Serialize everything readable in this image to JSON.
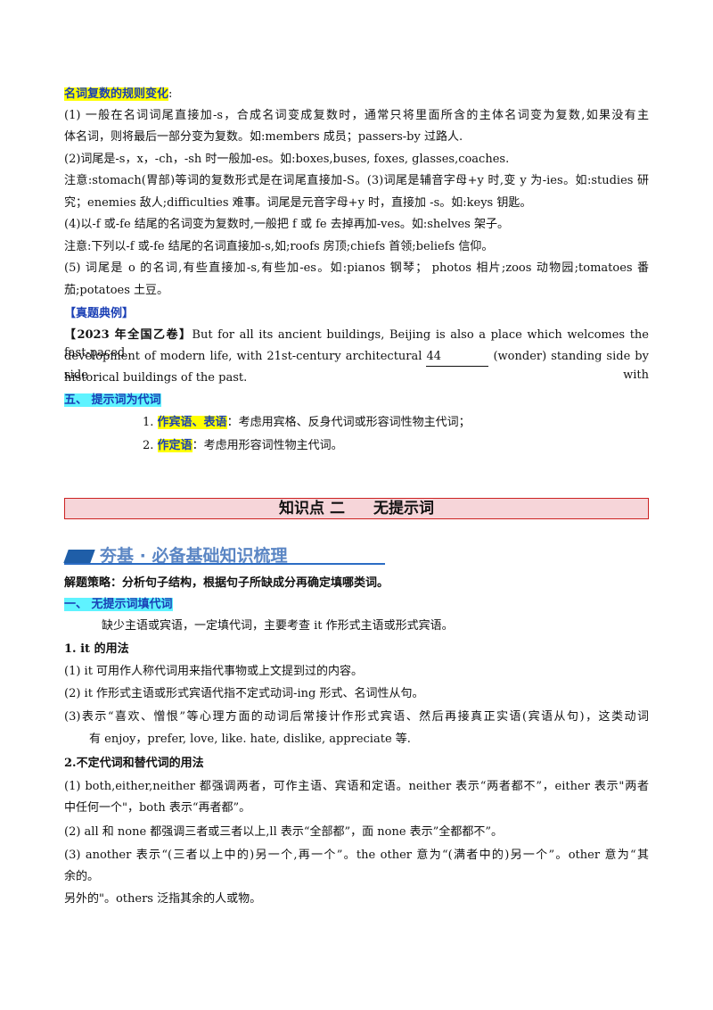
{
  "block1": {
    "heading": "名词复数的规则变化",
    "heading_suffix": ":",
    "p1_l1": "(1) 一般在名词词尾直接加-s，合成名词变成复数时，通常只将里面所含的主体名词变为复数,如果没有主",
    "p1_l2": "体名词，则将最后一部分变为复数。如:members 成员；passers-by 过路人.",
    "p2": "(2)词尾是-s，x，-ch，-sh 时一般加-es。如:boxes,buses, foxes, glasses,coaches.",
    "p3_l1": "注意:stomach(胃部)等词的复数形式是在词尾直接加-S。(3)词尾是辅音字母+y 时,变 y 为-ies。如:studies 研",
    "p3_l2": "究；enemies 敌人;difficulties 难事。词尾是元音字母+y 时，直接加 -s。如:keys 钥匙。",
    "p4": "(4)以-f 或-fe 结尾的名词变为复数时,一般把 f 或 fe 去掉再加-ves。如:shelves 架子。",
    "p5": "注意:下列以-f 或-fe 结尾的名词直接加-s,如;roofs 房顶;chiefs 首领;beliefs 信仰。",
    "p6_l1": "(5) 词尾是 o 的名词,有些直接加-s,有些加-es。如:pianos 钢琴； photos 相片;zoos 动物园;tomatoes 番",
    "p6_l2": "茄;potatoes 土豆。"
  },
  "example": {
    "label": "【真题典例】",
    "source": "【2023 年全国乙卷】",
    "l1_text": "But for all its ancient buildings, Beijing is also a place which welcomes the fast-paced",
    "l2_pre": "development of modern life, with 21st-century architectural",
    "blank": "44",
    "l2_post": "(wonder) standing side by side with",
    "l3": "historical buildings of the past."
  },
  "section5": {
    "heading": "五、 提示词为代词",
    "item1_hl": "作宾语、表语",
    "item1_num": "1.",
    "item1_text": "：考虑用宾格、反身代词或形容词性物主代词；",
    "item2_num": "2.",
    "item2_hl": "作定语",
    "item2_text": "：考虑用形容词性物主代词。"
  },
  "banner": {
    "left": "知识点 二",
    "right": "无提示词"
  },
  "section_head": {
    "title": "夯基 · 必备基础知识梳理"
  },
  "part2": {
    "strategy": "解题策略：分析句子结构，根据句子所缺成分再确定填哪类词。",
    "h1": "一、 无提示词填代词",
    "intro": "缺少主语或宾语，一定填代词，主要考查 it 作形式主语或形式宾语。",
    "h_it": "1. it 的用法",
    "it1": "(1) it 可用作人称代词用来指代事物或上文提到过的内容。",
    "it2": "(2) it 作形式主语或形式宾语代指不定式动词-ing 形式、名词性从句。",
    "it3_l1": "(3)表示“喜欢、憎恨”等心理方面的动词后常接计作形式宾语、然后再接真正实语(宾语从句)，这类动词",
    "it3_l2": "有 enjoy，prefer, love, like. hate, dislike, appreciate 等.",
    "h_indef": "2.不定代词和替代词的用法",
    "d1_l1": "(1) both,either,neither 都强调两者，可作主语、宾语和定语。neither 表示“两者都不”，either 表示\"两者",
    "d1_l2": "中任何一个\"，both 表示“再者都”。",
    "d2": "(2) all 和 none 都强调三者或三者以上,ll 表示“全部都”，面 none 表示”全都都不”。",
    "d3_l1": "(3) another 表示“(三者以上中的)另一个,再一个”。the other 意为“(满者中的)另一个”。other 意为“其",
    "d3_l2": "余的。",
    "d3_l3": "另外的\"。others 泛指其余的人或物。"
  }
}
